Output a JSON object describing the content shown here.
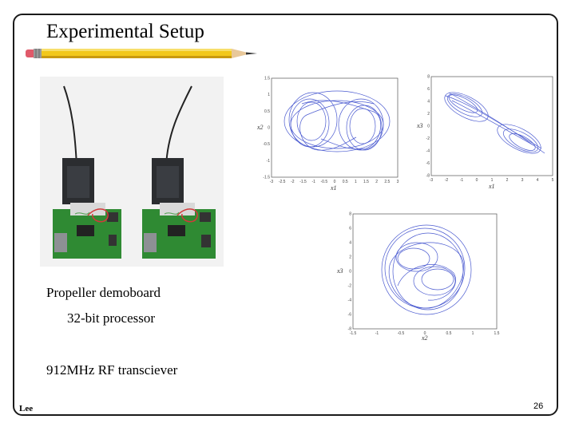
{
  "slide": {
    "title": "Experimental Setup",
    "captions": {
      "board": "Propeller demoboard",
      "processor": "32-bit processor",
      "radio": "912MHz RF transciever"
    },
    "footer_author": "Lee",
    "page_number": "26"
  },
  "plots": {
    "top_left": {
      "xlabel": "x1",
      "ylabel": "x2",
      "xticks": [
        "-3",
        "-2.5",
        "-2",
        "-1.5",
        "-1",
        "-0.5",
        "0",
        "0.5",
        "1",
        "1.5",
        "2",
        "2.5",
        "3"
      ],
      "yticks": [
        "1.5",
        "1",
        "0.5",
        "0",
        "-0.5",
        "-1",
        "-1.5"
      ]
    },
    "top_right": {
      "xlabel": "x1",
      "ylabel": "x3",
      "xticks": [
        "-3",
        "-2",
        "-1",
        "0",
        "1",
        "2",
        "3",
        "4",
        "5"
      ],
      "yticks": [
        "8",
        "6",
        "4",
        "2",
        "0",
        "-2",
        "-4",
        "-6",
        "-8"
      ]
    },
    "bottom": {
      "xlabel": "x2",
      "ylabel": "x3",
      "xticks": [
        "-1.5",
        "-1",
        "-0.5",
        "0",
        "0.5",
        "1",
        "1.5"
      ],
      "yticks": [
        "8",
        "6",
        "4",
        "2",
        "0",
        "-2",
        "-4",
        "-6",
        "-8"
      ]
    },
    "trace_color": "#4a5ad0"
  }
}
